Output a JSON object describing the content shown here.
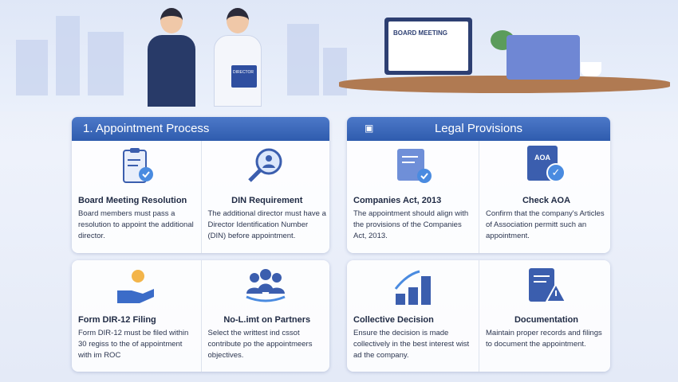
{
  "hero": {
    "laptop_screen": "BOARD MEETING",
    "badge": "DIRECTOR"
  },
  "appointment": {
    "title": "1. Appointment Process",
    "cards": [
      {
        "title": "Board Meeting Resolution",
        "desc": "Board members must pass a resolution to appoint the additional director."
      },
      {
        "title": "DIN Requirement",
        "desc": "The additional director must have a Director Identification Number (DIN) before appointment."
      },
      {
        "title": "Form DIR-12 Filing",
        "desc": "Form DIR-12 must be filed within 30 regiss to the of appointment with im ROC"
      },
      {
        "title": "No-L.imt on Partners",
        "desc": "Select the writtest ind cssot contribute po the appointmeers objectives."
      }
    ]
  },
  "legal": {
    "title": "Legal Provisions",
    "cards": [
      {
        "title": "Companies Act, 2013",
        "desc": "The appointment should align with the provisions of the Companies Act, 2013."
      },
      {
        "title": "Check AOA",
        "desc": "Confirm that the company's Articles of Association permitt such an appointment.",
        "icon_text": "AOA"
      },
      {
        "title": "Collective Decision",
        "desc": "Ensure the decision is made collectively in the best interest wist ad the company."
      },
      {
        "title": "Documentation",
        "desc": "Maintain proper records and filings to document the appointment."
      }
    ]
  },
  "colors": {
    "accent": "#2f5cae",
    "header_top": "#4c78c8"
  }
}
